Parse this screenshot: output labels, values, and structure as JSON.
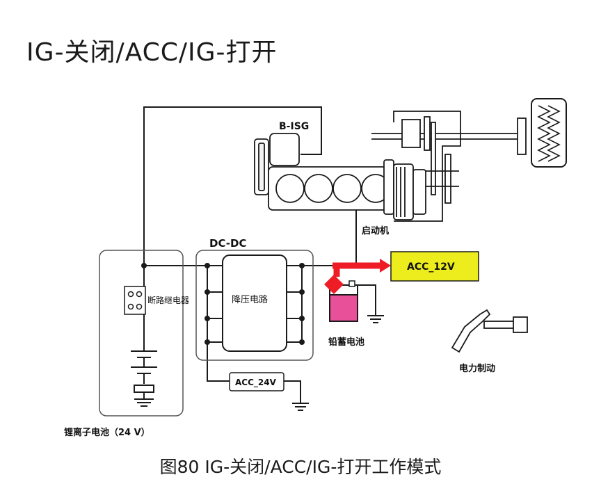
{
  "title": "IG-关闭/ACC/IG-打开",
  "caption": "图80 IG-关闭/ACC/IG-打开工作模式",
  "labels": {
    "b_isg": "B-ISG",
    "starter": "启动机",
    "dc_dc": "DC-DC",
    "step_down": "降压电路",
    "acc_12v": "ACC_12V",
    "acc_24v": "ACC_24V",
    "relay": "断路继电器",
    "lead_battery": "铅蓄电池",
    "electric_brake": "电力制动",
    "li_battery": "锂离子电池（24 V）"
  },
  "colors": {
    "line": "#1a1a1a",
    "flow_arrow": "#ee1c24",
    "acc_12v_fill": "#eded1e",
    "lead_battery_fill": "#e8509a",
    "box_border": "#555555"
  }
}
